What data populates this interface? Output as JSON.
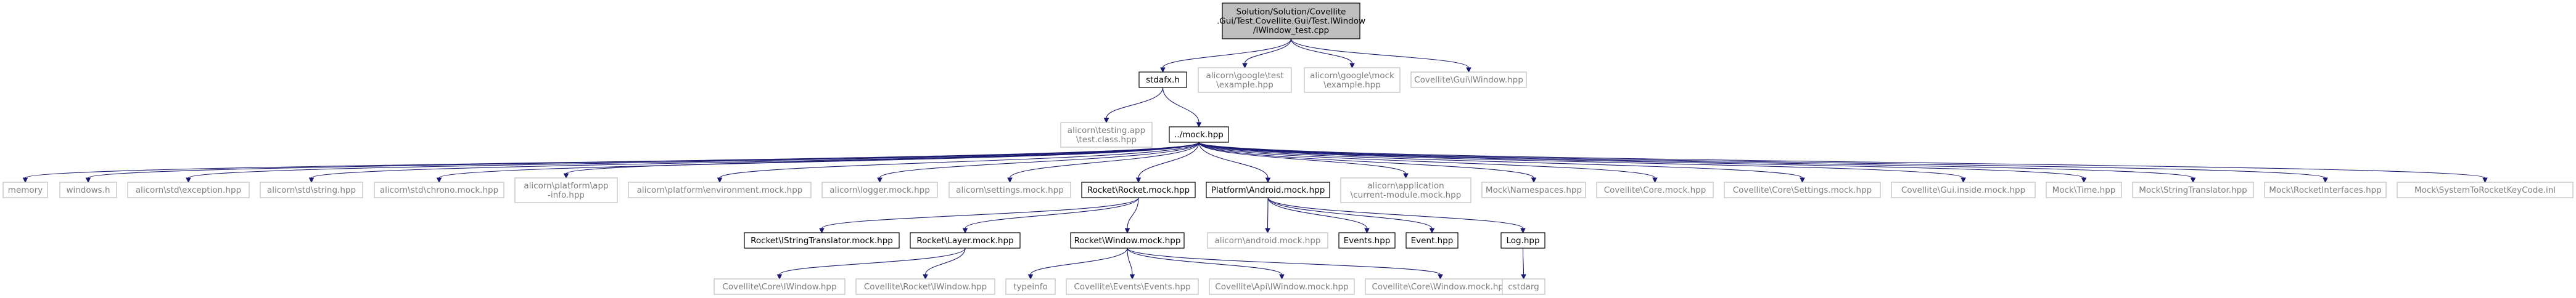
{
  "graph": {
    "nodes": [
      {
        "id": "root",
        "lines": [
          "Solution/Solution/Covellite",
          ".Gui/Test.Covellite.Gui/Test.IWindow",
          "/IWindow_test.cpp"
        ],
        "style": "root"
      },
      {
        "id": "stdafx",
        "lines": [
          "stdafx.h"
        ],
        "style": "normal"
      },
      {
        "id": "gtest",
        "lines": [
          "alicorn\\google\\test",
          "\\example.hpp"
        ],
        "style": "light"
      },
      {
        "id": "gmock",
        "lines": [
          "alicorn\\google\\mock",
          "\\example.hpp"
        ],
        "style": "light"
      },
      {
        "id": "iwindow_hpp",
        "lines": [
          "Covellite\\Gui\\IWindow.hpp"
        ],
        "style": "light"
      },
      {
        "id": "testing_app",
        "lines": [
          "alicorn\\testing.app",
          "\\test.class.hpp"
        ],
        "style": "light"
      },
      {
        "id": "mock",
        "lines": [
          "../mock.hpp"
        ],
        "style": "normal"
      },
      {
        "id": "memory",
        "lines": [
          "memory"
        ],
        "style": "light"
      },
      {
        "id": "windows_h",
        "lines": [
          "windows.h"
        ],
        "style": "light"
      },
      {
        "id": "std_exception",
        "lines": [
          "alicorn\\std\\exception.hpp"
        ],
        "style": "light"
      },
      {
        "id": "std_string",
        "lines": [
          "alicorn\\std\\string.hpp"
        ],
        "style": "light"
      },
      {
        "id": "std_chrono",
        "lines": [
          "alicorn\\std\\chrono.mock.hpp"
        ],
        "style": "light"
      },
      {
        "id": "platform_app_info",
        "lines": [
          "alicorn\\platform\\app",
          "-info.hpp"
        ],
        "style": "light"
      },
      {
        "id": "platform_env",
        "lines": [
          "alicorn\\platform\\environment.mock.hpp"
        ],
        "style": "light"
      },
      {
        "id": "logger",
        "lines": [
          "alicorn\\logger.mock.hpp"
        ],
        "style": "light"
      },
      {
        "id": "settings",
        "lines": [
          "alicorn\\settings.mock.hpp"
        ],
        "style": "light"
      },
      {
        "id": "rocket_mock",
        "lines": [
          "Rocket\\Rocket.mock.hpp"
        ],
        "style": "normal"
      },
      {
        "id": "android_mock",
        "lines": [
          "Platform\\Android.mock.hpp"
        ],
        "style": "normal"
      },
      {
        "id": "app_module",
        "lines": [
          "alicorn\\application",
          "\\current-module.mock.hpp"
        ],
        "style": "light"
      },
      {
        "id": "namespaces",
        "lines": [
          "Mock\\Namespaces.hpp"
        ],
        "style": "light"
      },
      {
        "id": "core_mock",
        "lines": [
          "Covellite\\Core.mock.hpp"
        ],
        "style": "light"
      },
      {
        "id": "core_settings",
        "lines": [
          "Covellite\\Core\\Settings.mock.hpp"
        ],
        "style": "light"
      },
      {
        "id": "gui_inside",
        "lines": [
          "Covellite\\Gui.inside.mock.hpp"
        ],
        "style": "light"
      },
      {
        "id": "time",
        "lines": [
          "Mock\\Time.hpp"
        ],
        "style": "light"
      },
      {
        "id": "string_translator",
        "lines": [
          "Mock\\StringTranslator.hpp"
        ],
        "style": "light"
      },
      {
        "id": "rocket_interfaces",
        "lines": [
          "Mock\\RocketInterfaces.hpp"
        ],
        "style": "light"
      },
      {
        "id": "system_to_rocket",
        "lines": [
          "Mock\\SystemToRocketKeyCode.inl"
        ],
        "style": "light"
      },
      {
        "id": "istring_translator",
        "lines": [
          "Rocket\\IStringTranslator.mock.hpp"
        ],
        "style": "normal"
      },
      {
        "id": "layer_mock",
        "lines": [
          "Rocket\\Layer.mock.hpp"
        ],
        "style": "normal"
      },
      {
        "id": "window_mock",
        "lines": [
          "Rocket\\Window.mock.hpp"
        ],
        "style": "normal"
      },
      {
        "id": "alicorn_android",
        "lines": [
          "alicorn\\android.mock.hpp"
        ],
        "style": "light"
      },
      {
        "id": "events_hpp",
        "lines": [
          "Events.hpp"
        ],
        "style": "normal"
      },
      {
        "id": "event_hpp",
        "lines": [
          "Event.hpp"
        ],
        "style": "normal"
      },
      {
        "id": "log_hpp",
        "lines": [
          "Log.hpp"
        ],
        "style": "normal"
      },
      {
        "id": "core_iwindow",
        "lines": [
          "Covellite\\Core\\IWindow.hpp"
        ],
        "style": "light"
      },
      {
        "id": "rocket_iwindow",
        "lines": [
          "Covellite\\Rocket\\IWindow.hpp"
        ],
        "style": "light"
      },
      {
        "id": "typeinfo",
        "lines": [
          "typeinfo"
        ],
        "style": "light"
      },
      {
        "id": "events_events",
        "lines": [
          "Covellite\\Events\\Events.hpp"
        ],
        "style": "light"
      },
      {
        "id": "api_iwindow",
        "lines": [
          "Covellite\\Api\\IWindow.mock.hpp"
        ],
        "style": "light"
      },
      {
        "id": "core_window_mock",
        "lines": [
          "Covellite\\Core\\Window.mock.hpp"
        ],
        "style": "light"
      },
      {
        "id": "cstdarg",
        "lines": [
          "cstdarg"
        ],
        "style": "light"
      }
    ],
    "edges": [
      [
        "root",
        "stdafx"
      ],
      [
        "root",
        "gtest"
      ],
      [
        "root",
        "gmock"
      ],
      [
        "root",
        "iwindow_hpp"
      ],
      [
        "stdafx",
        "testing_app"
      ],
      [
        "stdafx",
        "mock"
      ],
      [
        "mock",
        "memory"
      ],
      [
        "mock",
        "windows_h"
      ],
      [
        "mock",
        "std_exception"
      ],
      [
        "mock",
        "std_string"
      ],
      [
        "mock",
        "std_chrono"
      ],
      [
        "mock",
        "platform_app_info"
      ],
      [
        "mock",
        "platform_env"
      ],
      [
        "mock",
        "logger"
      ],
      [
        "mock",
        "settings"
      ],
      [
        "mock",
        "rocket_mock"
      ],
      [
        "mock",
        "android_mock"
      ],
      [
        "mock",
        "app_module"
      ],
      [
        "mock",
        "namespaces"
      ],
      [
        "mock",
        "core_mock"
      ],
      [
        "mock",
        "core_settings"
      ],
      [
        "mock",
        "gui_inside"
      ],
      [
        "mock",
        "time"
      ],
      [
        "mock",
        "string_translator"
      ],
      [
        "mock",
        "rocket_interfaces"
      ],
      [
        "mock",
        "system_to_rocket"
      ],
      [
        "rocket_mock",
        "istring_translator"
      ],
      [
        "rocket_mock",
        "layer_mock"
      ],
      [
        "rocket_mock",
        "window_mock"
      ],
      [
        "android_mock",
        "alicorn_android"
      ],
      [
        "android_mock",
        "events_hpp"
      ],
      [
        "android_mock",
        "event_hpp"
      ],
      [
        "android_mock",
        "log_hpp"
      ],
      [
        "layer_mock",
        "core_iwindow"
      ],
      [
        "layer_mock",
        "rocket_iwindow"
      ],
      [
        "window_mock",
        "typeinfo"
      ],
      [
        "window_mock",
        "events_events"
      ],
      [
        "window_mock",
        "api_iwindow"
      ],
      [
        "window_mock",
        "core_window_mock"
      ],
      [
        "log_hpp",
        "cstdarg"
      ]
    ]
  }
}
